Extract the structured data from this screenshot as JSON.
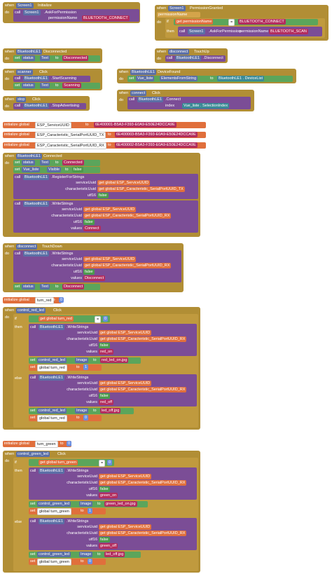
{
  "kw": {
    "when": "when",
    "do": "do",
    "call": "call",
    "set": "set",
    "to": "to",
    "if": "if",
    "then": "then",
    "else": "else",
    "get": "get",
    "index": "index",
    "dot": "."
  },
  "screen_init": {
    "component": "Screen1",
    "event": "Initialize",
    "method": ".AskForPermission",
    "param": "permissionName",
    "value": "BLUETOOTH_CONNECT"
  },
  "perm_granted": {
    "component": "Screen1",
    "event": "PermissionGranted",
    "var": "permissionName",
    "eq": "=",
    "compare": "BLUETOOTH_CONNECT",
    "call_component": "Screen1",
    "method": ".AskForPermission",
    "param": "permissionName",
    "value": "BLUETOOTH_SCAN"
  },
  "ble_disconnected": {
    "component": "BluetoothLE1",
    "event": "Disconnected",
    "target": "status",
    "prop": "Text",
    "value": "Disconnected"
  },
  "disconnect_touchup": {
    "component": "disconnect",
    "event": "TouchUp",
    "call_component": "BluetoothLE1",
    "method": ".Disconnect"
  },
  "scanner_click": {
    "component": "scanner",
    "event": "Click",
    "call_component": "BluetoothLE1",
    "method": ".StartScanning",
    "target": "status",
    "prop": "Text",
    "value": "Scanning"
  },
  "device_found": {
    "component": "BluetoothLE1",
    "event": "DeviceFound",
    "target": "Vue_liste",
    "prop": "ElementsFromString",
    "source": "BluetoothLE1",
    "source_prop": "DeviceList"
  },
  "stop_click": {
    "component": "stop",
    "event": "Click",
    "call_component": "BluetoothLE1",
    "method": ".StopAdvertising"
  },
  "connect_click": {
    "component": "connect",
    "event": "Click",
    "call_component": "BluetoothLE1",
    "method": ".Connect",
    "list": "Vue_liste",
    "list_prop": "SelectionIndex"
  },
  "globals": [
    {
      "label": "initialize global",
      "name": "ESP_ServiceUUID",
      "value": "6E400001-B5A3-F393-E0A9-E50E24DCCA9E"
    },
    {
      "label": "initialize global",
      "name": "ESP_Caracteristic_SerialPortUUID_TX",
      "value": "6E400003-B5A3-F393-E0A9-E50E24DCCA9E"
    },
    {
      "label": "initialize global",
      "name": "ESP_Caracteristic_SerialPortUUID_RX",
      "value": "6E400002-B5A3-F393-E0A9-E50E24DCCA9E"
    }
  ],
  "ble_connected": {
    "component": "BluetoothLE1",
    "event": "Connected",
    "set1_target": "status",
    "set1_prop": "Text",
    "set1_value": "Connected",
    "set2_target": "Vue_liste",
    "set2_prop": "Visible",
    "set2_value": "false",
    "reg_method": ".RegisterForStrings",
    "ws_method": ".WriteStrings",
    "call_component": "BluetoothLE1",
    "p_service": "serviceUuid",
    "p_char": "characteristicUuid",
    "p_utf16": "utf16",
    "p_values": "values",
    "g_service": "global ESP_ServiceUUID",
    "g_tx": "global ESP_Caracteristic_SerialPortUUID_TX",
    "g_rx": "global ESP_Caracteristic_SerialPortUUID_RX",
    "false": "false",
    "connect_value": "Connect"
  },
  "disconnect_touchdown": {
    "component": "disconnect",
    "event": "TouchDown",
    "call_component": "BluetoothLE1",
    "method": ".WriteStrings",
    "p_service": "serviceUuid",
    "p_char": "characteristicUuid",
    "p_utf16": "utf16",
    "p_values": "values",
    "g_service": "global ESP_ServiceUUID",
    "g_rx": "global ESP_Caracteristic_SerialPortUUID_RX",
    "false": "false",
    "value": "Disconnect",
    "target": "status",
    "prop": "Text",
    "set_value": "Disconnect"
  },
  "turn_red_global": {
    "label": "initialize global",
    "name": "turn_red",
    "value": "0"
  },
  "red_click": {
    "component": "control_red_led",
    "event": "Click",
    "cond_var": "global turn_red",
    "eq": "=",
    "cond_val": "0",
    "call_component": "BluetoothLE1",
    "method": ".WriteStrings",
    "p_service": "serviceUuid",
    "p_char": "characteristicUuid",
    "p_utf16": "utf16",
    "p_values": "values",
    "g_service": "global ESP_ServiceUUID",
    "g_rx": "global ESP_Caracteristic_SerialPortUUID_RX",
    "false": "false",
    "on_value": "red_on",
    "off_value": "red_off",
    "img_target": "control_red_led",
    "img_prop": "Image",
    "on_img": "red_led_on.jpg",
    "off_img": "led_off.jpg",
    "global_set": "global turn_red",
    "then_val": "1",
    "else_val": "0"
  },
  "turn_green_global": {
    "label": "initialize global",
    "name": "turn_green",
    "value": "0"
  },
  "green_click": {
    "component": "control_green_led",
    "event": "Click",
    "cond_var": "global turn_green",
    "eq": "=",
    "cond_val": "0",
    "call_component": "BluetoothLE1",
    "method": ".WriteStrings",
    "p_service": "serviceUuid",
    "p_char": "characteristicUuid",
    "p_utf16": "utf16",
    "p_values": "values",
    "g_service": "global ESP_ServiceUUID",
    "g_rx": "global ESP_Caracteristic_SerialPortUUID_RX",
    "false": "false",
    "on_value": "green_on",
    "off_value": "green_off",
    "img_target": "control_green_led",
    "img_prop": "Image",
    "on_img": "green_led_on.jpg",
    "off_img": "led_off.jpg",
    "global_set": "global turn_green",
    "then_val": "1",
    "else_val": "0"
  },
  "colors": {
    "event": "#b18e35",
    "procedure": "#7b4d96",
    "variable": "#e06f3c",
    "text": "#b32d5e",
    "logic": "#5ba55b",
    "setter": "#5b6fa6"
  }
}
